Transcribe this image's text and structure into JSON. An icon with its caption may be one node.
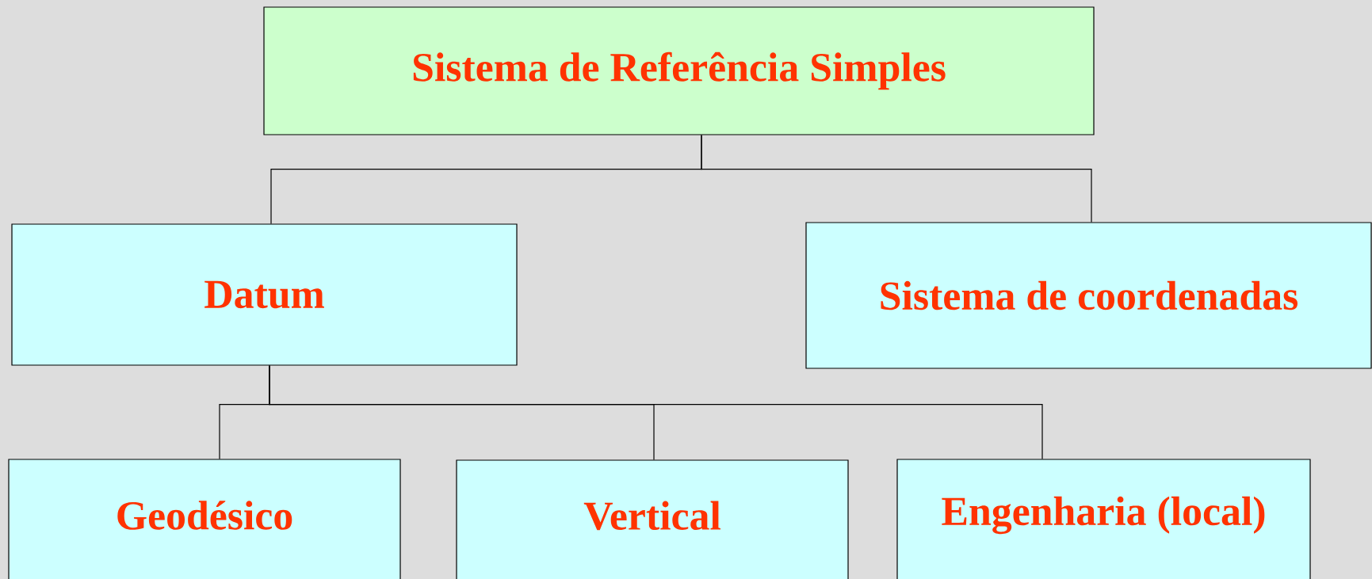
{
  "diagram": {
    "nodes": [
      {
        "text": [
          "Sistema de Referência Simples"
        ]
      },
      {
        "text": [
          "Datum"
        ]
      },
      {
        "text": [
          "Sistema de coordenadas"
        ]
      },
      {
        "text": [
          "Geodésico"
        ]
      },
      {
        "text": [
          "Vertical"
        ]
      },
      {
        "text": [
          "Engenharia (local)"
        ]
      }
    ],
    "edges": [
      {
        "from": 0,
        "to": 1,
        "arrow": "none"
      },
      {
        "from": 0,
        "to": 2,
        "arrow": "none"
      },
      {
        "from": 1,
        "to": 3,
        "arrow": "none"
      },
      {
        "from": 1,
        "to": 4,
        "arrow": "none"
      },
      {
        "from": 1,
        "to": 5,
        "arrow": "none"
      }
    ]
  }
}
